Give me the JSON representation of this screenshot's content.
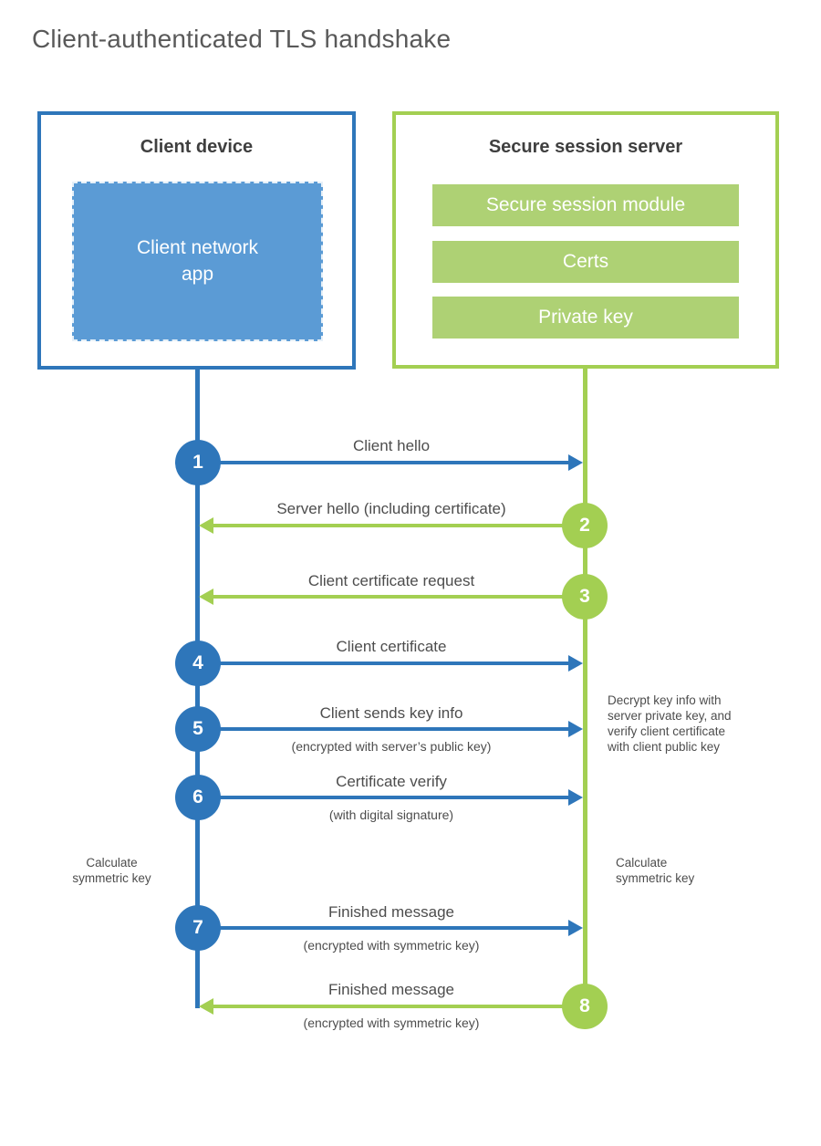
{
  "title": "Client-authenticated TLS handshake",
  "colors": {
    "blue": "#2e76ba",
    "blue_light": "#5b9bd5",
    "green": "#a3cf52",
    "green_bar": "#aed174",
    "text_dark": "#3f3f3f",
    "text_medium": "#4d4d4d",
    "title_gray": "#595959"
  },
  "client": {
    "title": "Client device",
    "app_label": "Client network\napp"
  },
  "server": {
    "title": "Secure session server",
    "modules": [
      {
        "label": "Secure session module"
      },
      {
        "label": "Certs"
      },
      {
        "label": "Private key"
      }
    ]
  },
  "steps": [
    {
      "num": "1",
      "label": "Client hello",
      "direction": "client-to-server"
    },
    {
      "num": "2",
      "label": "Server hello (including certificate)",
      "direction": "server-to-client"
    },
    {
      "num": "3",
      "label": "Client certificate request",
      "direction": "server-to-client"
    },
    {
      "num": "4",
      "label": "Client certificate",
      "direction": "client-to-server"
    },
    {
      "num": "5",
      "label": "Client sends key info",
      "sub": "(encrypted with server’s public key)",
      "direction": "client-to-server"
    },
    {
      "num": "6",
      "label": "Certificate verify",
      "sub": "(with digital signature)",
      "direction": "client-to-server"
    },
    {
      "num": "7",
      "label": "Finished message",
      "sub": "(encrypted with symmetric key)",
      "direction": "client-to-server"
    },
    {
      "num": "8",
      "label": "Finished message",
      "sub": "(encrypted with symmetric key)",
      "direction": "server-to-client"
    }
  ],
  "annotations": {
    "calc_client": "Calculate\nsymmetric key",
    "calc_server": "Calculate\nsymmetric key",
    "server_note": "Decrypt key info with\nserver private key, and\nverify client certificate\nwith client public key"
  }
}
